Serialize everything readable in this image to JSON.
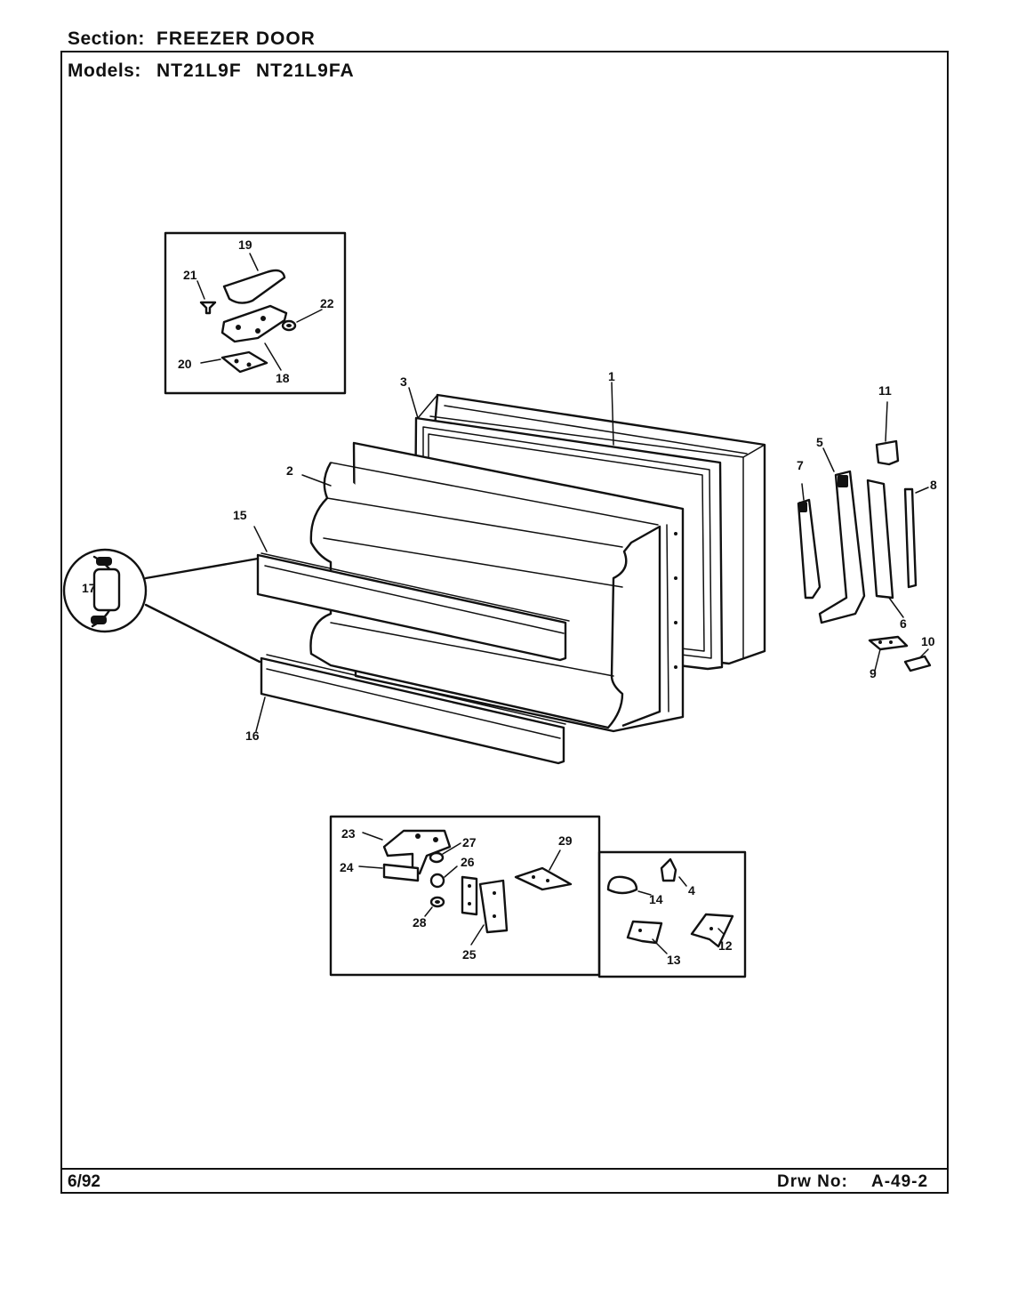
{
  "header": {
    "section_label": "Section:",
    "section_value": "FREEZER DOOR",
    "models_label": "Models:",
    "models": [
      "NT21L9F",
      "NT21L9FA"
    ]
  },
  "footer": {
    "date": "6/92",
    "drawing_label": "Drw No:",
    "drawing_number": "A-49-2"
  },
  "callouts": [
    "1",
    "2",
    "3",
    "4",
    "5",
    "6",
    "7",
    "8",
    "9",
    "10",
    "11",
    "12",
    "13",
    "14",
    "15",
    "16",
    "17",
    "18",
    "19",
    "20",
    "21",
    "22",
    "23",
    "24",
    "25",
    "26",
    "27",
    "28",
    "29"
  ]
}
